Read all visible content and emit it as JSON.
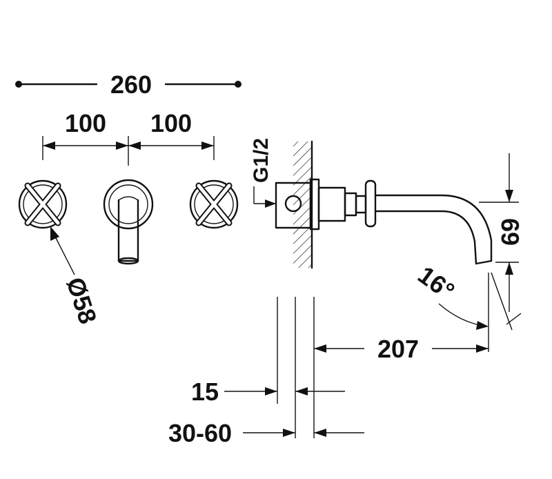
{
  "dimensions": {
    "overall_width": "260",
    "spacing_left": "100",
    "spacing_right": "100",
    "handle_diameter": "Ø58",
    "connection_thread": "G1/2",
    "spout_height": "69",
    "spout_angle": "16°",
    "spout_projection": "207",
    "plate_thickness": "15",
    "wall_range": "30-60"
  }
}
